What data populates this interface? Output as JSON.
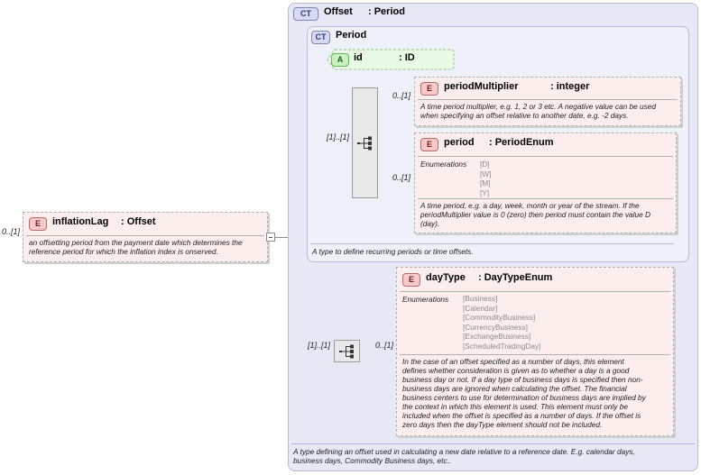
{
  "inflation_lag": {
    "badge": "E",
    "name": "inflationLag",
    "type": ": Offset",
    "cardinality": "0..[1]",
    "doc": [
      "an offsetting period from the payment date which determines the",
      "reference period for which the inflation index is onserved."
    ]
  },
  "offset_type": {
    "badge": "CT",
    "name": "Offset",
    "type": ": Period",
    "doc": [
      "A type defining an offset used in calculating a new date relative to a reference date. E.g. calendar days,",
      "business days, Commodity Business days, etc.."
    ]
  },
  "period_type": {
    "badge": "CT",
    "name": "Period",
    "doc": "A type to define recurring periods or time offsets."
  },
  "id_attr": {
    "badge": "A",
    "name": "id",
    "type": ": ID"
  },
  "period_sequence": {
    "cardinality": "[1]..[1]"
  },
  "period_multiplier": {
    "badge": "E",
    "name": "periodMultiplier",
    "type": ": integer",
    "cardinality": "0..[1]",
    "doc": [
      "A time period multiplier, e.g. 1, 2 or 3 etc. A negative value can be used",
      "when specifying an offset relative to another date, e.g. -2 days."
    ]
  },
  "period": {
    "badge": "E",
    "name": "period",
    "type": ": PeriodEnum",
    "cardinality": "0..[1]",
    "enum_label": "Enumerations",
    "enumerations": [
      "[D]",
      "[W]",
      "[M]",
      "[Y]"
    ],
    "doc": [
      "A time period, e.g. a day, week, month or year of the stream. If the",
      "periodMultiplier value is 0 (zero) then period must contain the value D",
      "(day)."
    ]
  },
  "daytype_sequence": {
    "cardinality": "[1]..[1]"
  },
  "day_type": {
    "badge": "E",
    "name": "dayType",
    "type": ": DayTypeEnum",
    "cardinality": "0..[1]",
    "enum_label": "Enumerations",
    "enumerations": [
      "[Business]",
      "[Calendar]",
      "[CommodityBusiness]",
      "[CurrencyBusiness]",
      "[ExchangeBusiness]",
      "[ScheduledTradingDay]"
    ],
    "doc": [
      "In the case of an offset specified as a number of days, this element",
      "defines whether consideration is given as to whether a day is a good",
      "business day or not. If a day type of business days is specified then non-",
      "business days are ignored when calculating the offset. The financial",
      "business centers to use for determination of business days are implied by",
      "the context in which this element is used. This element must only be",
      "included when the offset is specified as a number of days. If the offset is",
      "zero days then the dayType element should not be included."
    ]
  },
  "colors": {
    "element_fill": "#fdeeee",
    "attribute_fill": "#e8fbe4",
    "complex_type_fill": "#e6e8f5",
    "connector": "#8c8c8c"
  }
}
